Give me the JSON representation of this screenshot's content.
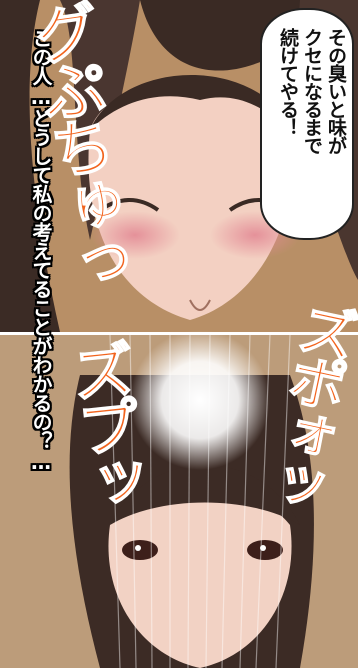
{
  "speech_bubble": {
    "text": "その臭いと味が\nクセになるまで\n続けてやる！"
  },
  "narration": {
    "text": "この人…どうして私の考えてることがわかるの？…"
  },
  "sfx": {
    "gubo": "グぷちゅっ",
    "zupo": "ズポォッ",
    "zupu": "ズプッ"
  },
  "colors": {
    "sfx": "#f2641e",
    "hair": "#3a2a24",
    "skin": "#f5d2c6",
    "blush": "#e8909a"
  }
}
